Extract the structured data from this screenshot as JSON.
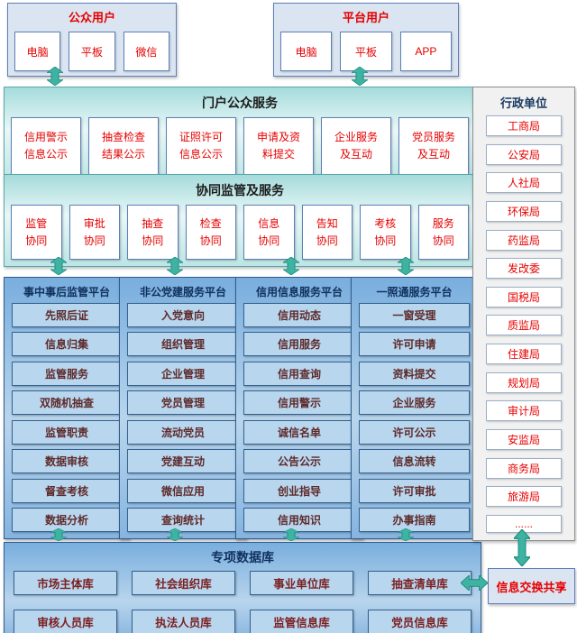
{
  "user_groups": [
    {
      "title": "公众用户",
      "devices": [
        "电脑",
        "平板",
        "微信"
      ]
    },
    {
      "title": "平台用户",
      "devices": [
        "电脑",
        "平板",
        "APP"
      ]
    }
  ],
  "portal": {
    "title": "门户公众服务",
    "items": [
      "信用警示\n信息公示",
      "抽查检查\n结果公示",
      "证照许可\n信息公示",
      "申请及资\n料提交",
      "企业服务\n及互动",
      "党员服务\n及互动"
    ]
  },
  "collaboration": {
    "title": "协同监管及服务",
    "items": [
      "监管\n协同",
      "审批\n协同",
      "抽查\n协同",
      "检查\n协同",
      "信息\n协同",
      "告知\n协同",
      "考核\n协同",
      "服务\n协同"
    ]
  },
  "platforms": [
    {
      "title": "事中事后监管平台",
      "items": [
        "先照后证",
        "信息归集",
        "监管服务",
        "双随机抽查",
        "监管职责",
        "数据审核",
        "督查考核",
        "数据分析"
      ]
    },
    {
      "title": "非公党建服务平台",
      "items": [
        "入党意向",
        "组织管理",
        "企业管理",
        "党员管理",
        "流动党员",
        "党建互动",
        "微信应用",
        "查询统计"
      ]
    },
    {
      "title": "信用信息服务平台",
      "items": [
        "信用动态",
        "信用服务",
        "信用查询",
        "信用警示",
        "诚信名单",
        "公告公示",
        "创业指导",
        "信用知识"
      ]
    },
    {
      "title": "一照通服务平台",
      "items": [
        "一窗受理",
        "许可申请",
        "资料提交",
        "企业服务",
        "许可公示",
        "信息流转",
        "许可审批",
        "办事指南"
      ]
    }
  ],
  "database": {
    "title": "专项数据库",
    "rows": [
      [
        "市场主体库",
        "社会组织库",
        "事业单位库",
        "抽查清单库"
      ],
      [
        "审核人员库",
        "执法人员库",
        "监管信息库",
        "党员信息库"
      ]
    ]
  },
  "admin_units": {
    "title": "行政单位",
    "items": [
      "工商局",
      "公安局",
      "人社局",
      "环保局",
      "药监局",
      "发改委",
      "国税局",
      "质监局",
      "住建局",
      "规划局",
      "审计局",
      "安监局",
      "商务局",
      "旅游局",
      "......"
    ]
  },
  "exchange": {
    "label": "信息交换共享"
  },
  "colors": {
    "red_text": "#e60000",
    "maroon_text": "#7b1f1f",
    "navy_text": "#10305c",
    "teal_section_bg": "#a5dbdb",
    "blue_panel_bg": "#79aede",
    "item_blue": "#b8d6ee",
    "arrow_teal": "#3fb3a2",
    "user_box_bg": "#dbe5f1",
    "admin_bg": "#f1f1f1"
  }
}
